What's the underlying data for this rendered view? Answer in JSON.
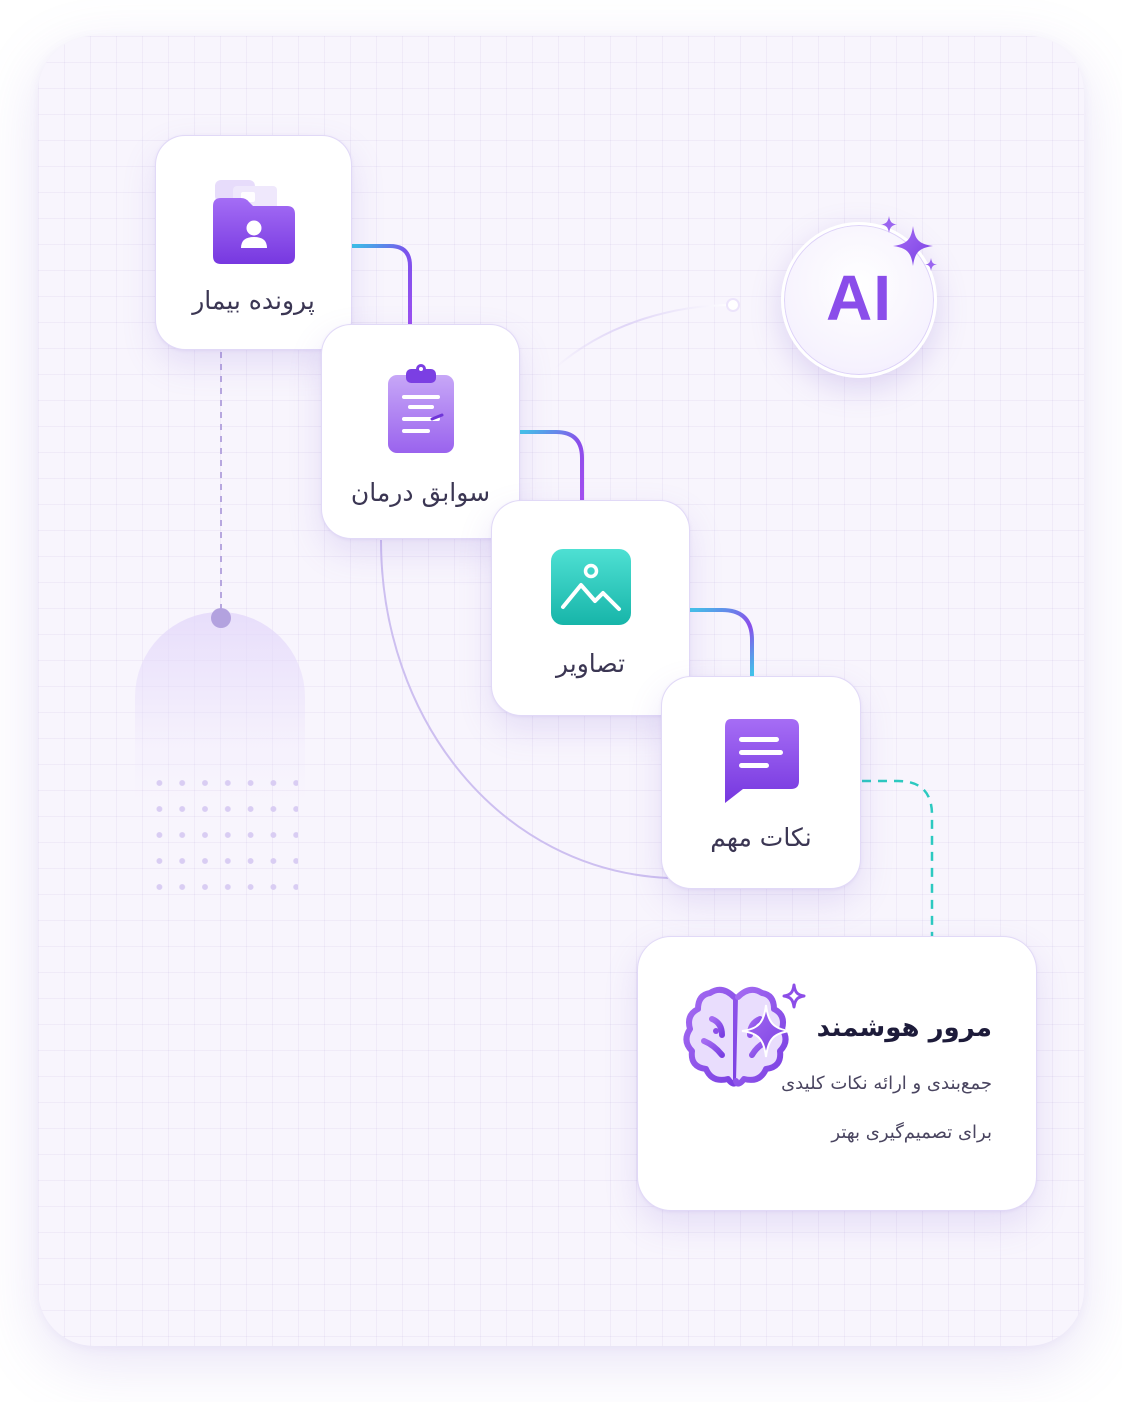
{
  "steps": [
    {
      "label": "پرونده بیمار",
      "icon": "patient-folder-icon"
    },
    {
      "label": "سوابق درمان",
      "icon": "clipboard-icon"
    },
    {
      "label": "تصاویر",
      "icon": "image-icon"
    },
    {
      "label": "نکات مهم",
      "icon": "chat-notes-icon"
    }
  ],
  "ai_badge": {
    "text": "AI",
    "icon": "sparkle-icon"
  },
  "smart_review": {
    "title": "مرور هوشمند",
    "desc_line1": "جمع‌بندی و ارائه نکات کلیدی",
    "desc_line2": "برای تصمیم‌گیری بهتر",
    "icon": "brain-sparkle-icon"
  },
  "colors": {
    "accent": "#8a4dea",
    "accent_light": "#c3a6f7",
    "teal": "#2cc9c0",
    "background": "#f8f5fd",
    "text": "#3b3653"
  }
}
